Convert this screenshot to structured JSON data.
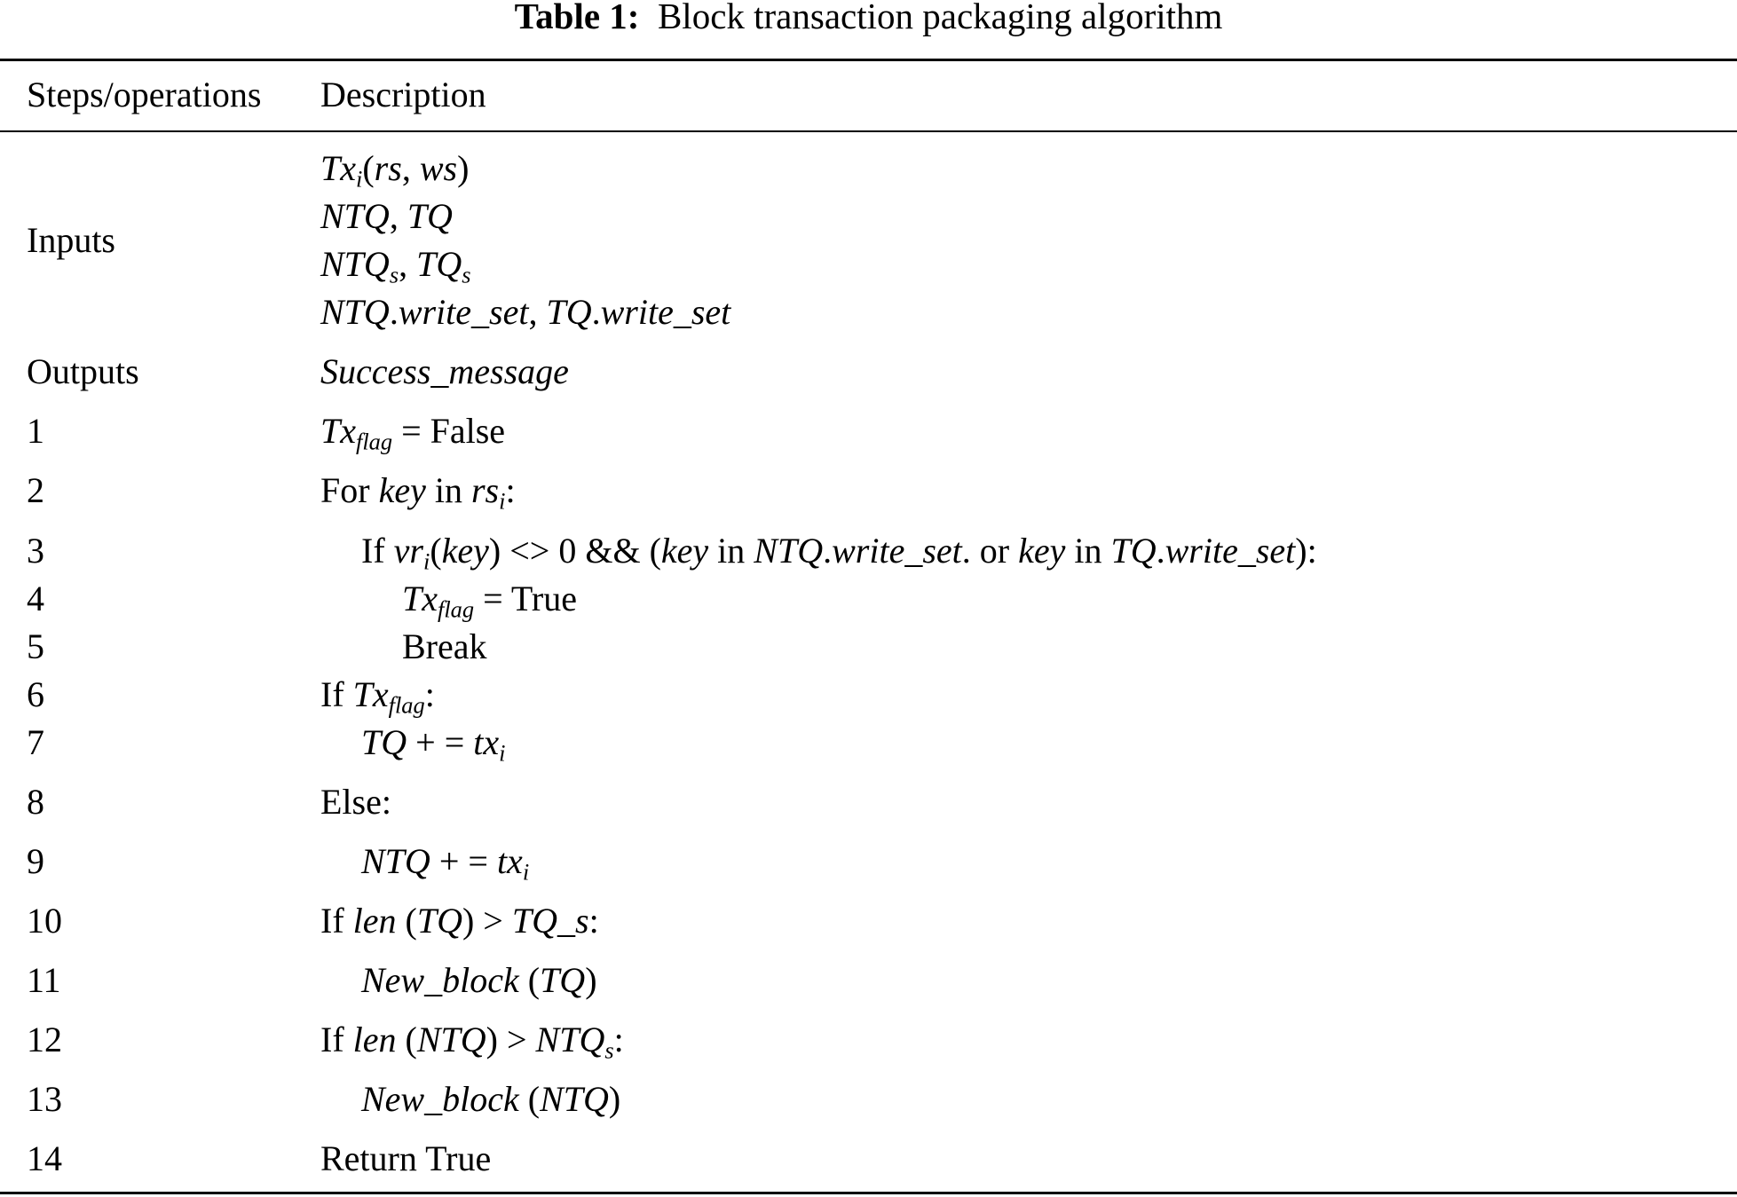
{
  "caption": {
    "label": "Table 1:",
    "title": "Block transaction packaging algorithm"
  },
  "headers": {
    "steps": "Steps/operations",
    "description": "Description"
  },
  "rows": {
    "inputs": {
      "step": "Inputs",
      "l1_a": "Tx",
      "l1_a_sub": "i",
      "l1_b": "(",
      "l1_c": "rs",
      "l1_d": ", ",
      "l1_e": "ws",
      "l1_f": ")",
      "l2_a": "NTQ",
      "l2_b": ", ",
      "l2_c": "TQ",
      "l3_a": "NTQ",
      "l3_a_sub": "s",
      "l3_b": ", ",
      "l3_c": "TQ",
      "l3_c_sub": "s",
      "l4_a": "NTQ",
      "l4_b": ".",
      "l4_c": "write_set",
      "l4_d": ", ",
      "l4_e": "TQ",
      "l4_f": ".",
      "l4_g": "write_set"
    },
    "outputs": {
      "step": "Outputs",
      "value": "Success_message"
    },
    "r1": {
      "step": "1",
      "a": "Tx",
      "a_sub": "flag",
      "b": " = False"
    },
    "r2": {
      "step": "2",
      "a": "For ",
      "b": "key",
      "c": " in ",
      "d": "rs",
      "d_sub": "i",
      "e": ":"
    },
    "r3": {
      "step": "3",
      "a": "If ",
      "b": "vr",
      "b_sub": "i",
      "c": "(",
      "d": "key",
      "e": ") <> 0 && (",
      "f": "key",
      "g": " in ",
      "h": "NTQ",
      "i": ".",
      "j": "write_set",
      "k": ". or ",
      "l": "key",
      "m": " in ",
      "n": "TQ",
      "o": ".",
      "p": "write_set",
      "q": "):"
    },
    "r4": {
      "step": "4",
      "a": "Tx",
      "a_sub": "flag",
      "b": " = True"
    },
    "r5": {
      "step": "5",
      "a": "Break"
    },
    "r6": {
      "step": "6",
      "a": "If ",
      "b": "Tx",
      "b_sub": "flag",
      "c": ":"
    },
    "r7": {
      "step": "7",
      "a": "TQ",
      "b": " + = ",
      "c": "tx",
      "c_sub": "i"
    },
    "r8": {
      "step": "8",
      "a": "Else:"
    },
    "r9": {
      "step": "9",
      "a": "NTQ",
      "b": " + = ",
      "c": "tx",
      "c_sub": "i"
    },
    "r10": {
      "step": "10",
      "a": "If ",
      "b": "len",
      "c": " (",
      "d": "TQ",
      "e": ") > ",
      "f": "TQ_s",
      "g": ":"
    },
    "r11": {
      "step": "11",
      "a": "New_block",
      "b": " (",
      "c": "TQ",
      "d": ")"
    },
    "r12": {
      "step": "12",
      "a": "If ",
      "b": "len",
      "c": " (",
      "d": "NTQ",
      "e": ") > ",
      "f": "NTQ",
      "f_sub": "s",
      "g": ":"
    },
    "r13": {
      "step": "13",
      "a": "New_block",
      "b": " (",
      "c": "NTQ",
      "d": ")"
    },
    "r14": {
      "step": "14",
      "a": "Return True"
    }
  }
}
